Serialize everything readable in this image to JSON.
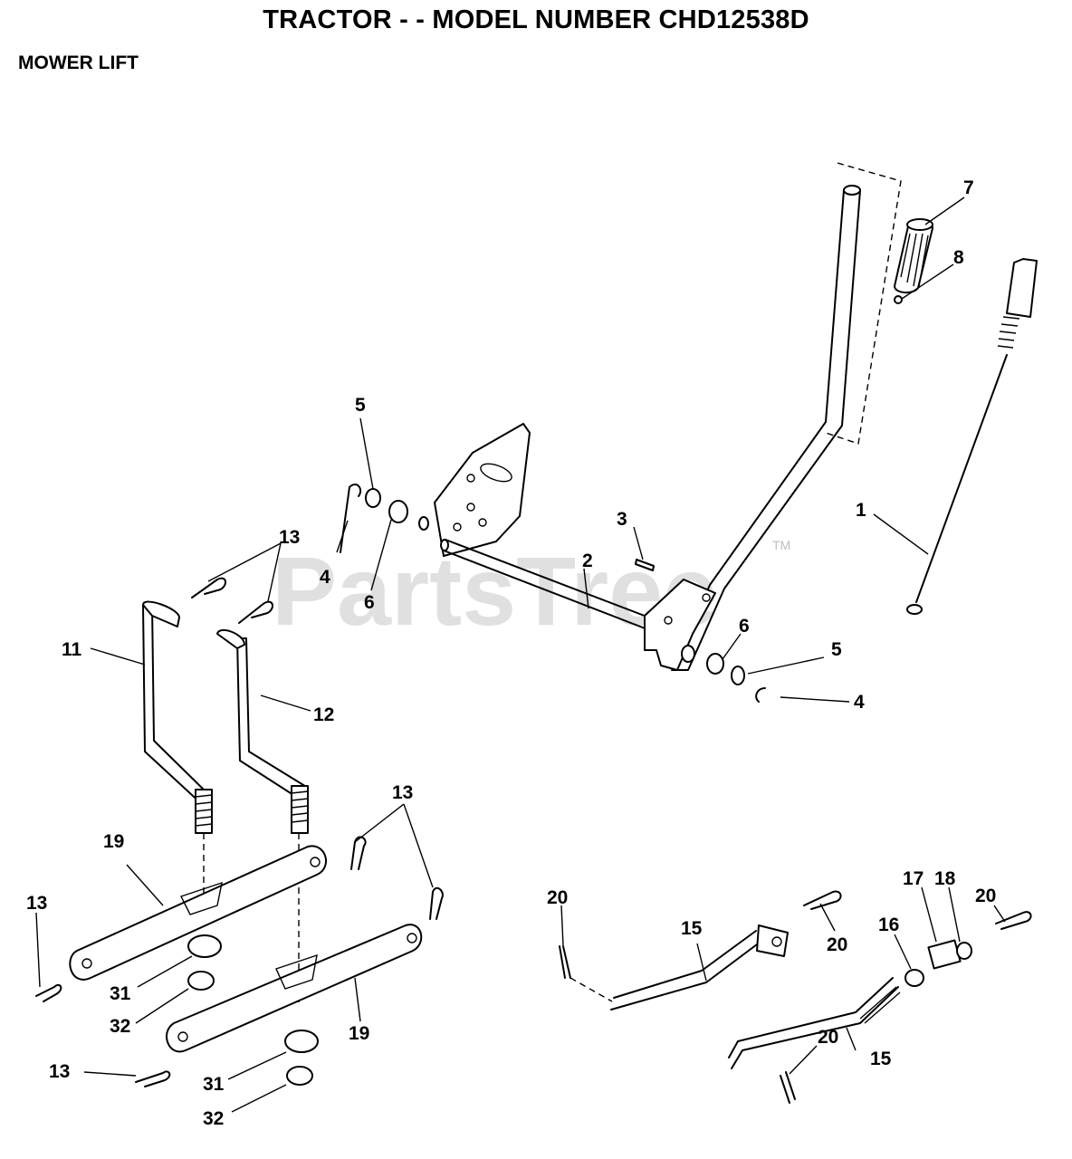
{
  "header": {
    "title": "TRACTOR - - MODEL NUMBER CHD12538D",
    "subtitle": "MOWER LIFT"
  },
  "watermark": {
    "text": "PartsTree",
    "tm": "TM"
  },
  "callouts": {
    "c1": "1",
    "c2": "2",
    "c3": "3",
    "c4a": "4",
    "c4b": "4",
    "c5a": "5",
    "c5b": "5",
    "c6a": "6",
    "c6b": "6",
    "c7": "7",
    "c8": "8",
    "c11": "11",
    "c12": "12",
    "c13a": "13",
    "c13b": "13",
    "c13c": "13",
    "c13d": "13",
    "c15a": "15",
    "c15b": "15",
    "c16": "16",
    "c17": "17",
    "c18": "18",
    "c19a": "19",
    "c19b": "19",
    "c20a": "20",
    "c20b": "20",
    "c20c": "20",
    "c20d": "20",
    "c31a": "31",
    "c31b": "31",
    "c32a": "32",
    "c32b": "32"
  }
}
